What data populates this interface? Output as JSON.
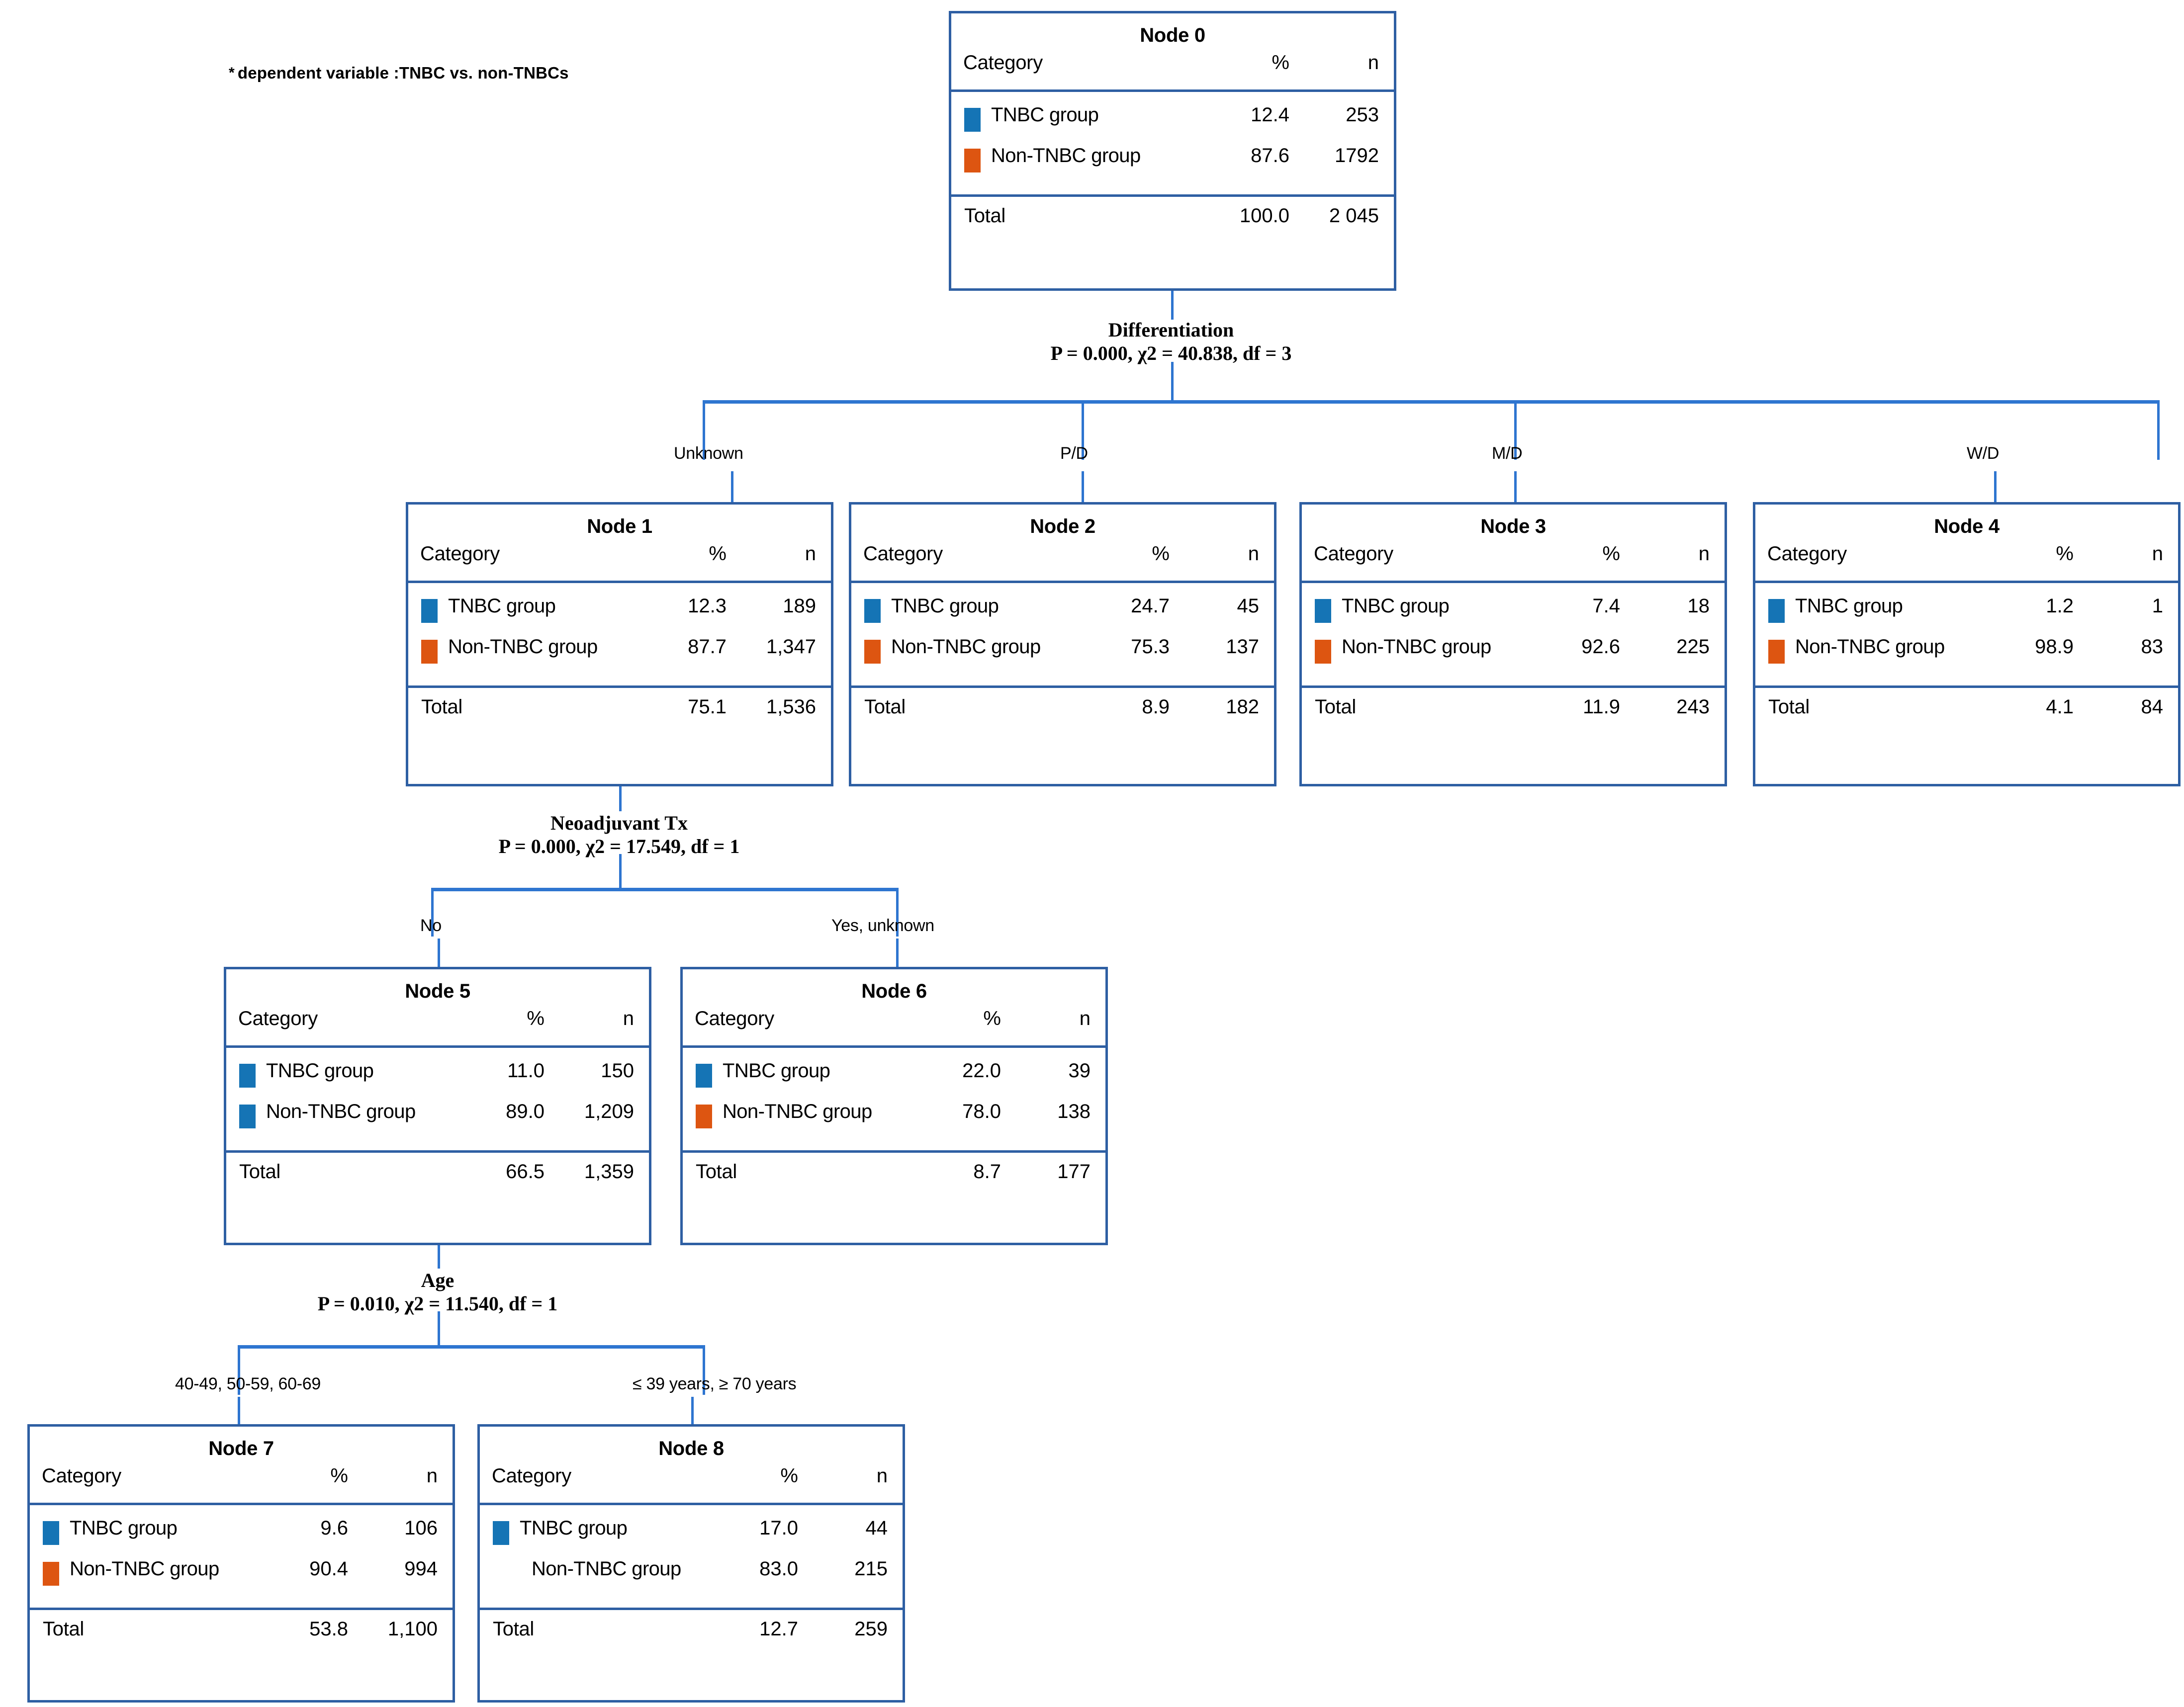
{
  "footnote": "dependent variable :TNBC  vs.  non-TNBCs",
  "footnote_marker": "*",
  "colors": {
    "tnbc_swatch": "#1574B5",
    "non_tnbc_swatch": "#DD5511",
    "node_border": "#2E5FA3",
    "connector": "#2E75D0"
  },
  "table_headers": {
    "category": "Category",
    "percent": "%",
    "count": "n",
    "total": "Total"
  },
  "category_labels": {
    "tnbc": "TNBC group",
    "non_tnbc": "Non-TNBC group"
  },
  "chart_data": {
    "type": "tree",
    "title": "CHAID decision tree: TNBC vs. non-TNBCs",
    "dependent_variable": "TNBC vs. non-TNBCs",
    "classes": [
      "TNBC group",
      "Non-TNBC group"
    ],
    "nodes": [
      {
        "id": "node0",
        "title": "Node 0",
        "rows": [
          {
            "label": "TNBC group",
            "swatch": "blue",
            "percent": "12.4",
            "n": "253"
          },
          {
            "label": "Non-TNBC group",
            "swatch": "orange",
            "percent": "87.6",
            "n": "1792"
          }
        ],
        "total": {
          "label": "Total",
          "percent": "100.0",
          "n": "2 045"
        }
      },
      {
        "id": "node1",
        "title": "Node 1",
        "rows": [
          {
            "label": "TNBC group",
            "swatch": "blue",
            "percent": "12.3",
            "n": "189"
          },
          {
            "label": "Non-TNBC group",
            "swatch": "orange",
            "percent": "87.7",
            "n": "1,347"
          }
        ],
        "total": {
          "label": "Total",
          "percent": "75.1",
          "n": "1,536"
        }
      },
      {
        "id": "node2",
        "title": "Node 2",
        "rows": [
          {
            "label": "TNBC group",
            "swatch": "blue",
            "percent": "24.7",
            "n": "45"
          },
          {
            "label": "Non-TNBC group",
            "swatch": "orange",
            "percent": "75.3",
            "n": "137"
          }
        ],
        "total": {
          "label": "Total",
          "percent": "8.9",
          "n": "182"
        }
      },
      {
        "id": "node3",
        "title": "Node 3",
        "rows": [
          {
            "label": "TNBC group",
            "swatch": "blue",
            "percent": "7.4",
            "n": "18"
          },
          {
            "label": "Non-TNBC group",
            "swatch": "orange",
            "percent": "92.6",
            "n": "225"
          }
        ],
        "total": {
          "label": "Total",
          "percent": "11.9",
          "n": "243"
        }
      },
      {
        "id": "node4",
        "title": "Node 4",
        "rows": [
          {
            "label": "TNBC group",
            "swatch": "blue",
            "percent": "1.2",
            "n": "1"
          },
          {
            "label": "Non-TNBC group",
            "swatch": "orange",
            "percent": "98.9",
            "n": "83"
          }
        ],
        "total": {
          "label": "Total",
          "percent": "4.1",
          "n": "84"
        }
      },
      {
        "id": "node5",
        "title": "Node 5",
        "rows": [
          {
            "label": "TNBC group",
            "swatch": "blue",
            "percent": "11.0",
            "n": "150"
          },
          {
            "label": "Non-TNBC group",
            "swatch": "blue",
            "percent": "89.0",
            "n": "1,209"
          }
        ],
        "total": {
          "label": "Total",
          "percent": "66.5",
          "n": "1,359"
        }
      },
      {
        "id": "node6",
        "title": "Node 6",
        "rows": [
          {
            "label": "TNBC group",
            "swatch": "blue",
            "percent": "22.0",
            "n": "39"
          },
          {
            "label": "Non-TNBC group",
            "swatch": "orange",
            "percent": "78.0",
            "n": "138"
          }
        ],
        "total": {
          "label": "Total",
          "percent": "8.7",
          "n": "177"
        }
      },
      {
        "id": "node7",
        "title": "Node 7",
        "rows": [
          {
            "label": "TNBC group",
            "swatch": "blue",
            "percent": "9.6",
            "n": "106"
          },
          {
            "label": "Non-TNBC group",
            "swatch": "orange",
            "percent": "90.4",
            "n": "994"
          }
        ],
        "total": {
          "label": "Total",
          "percent": "53.8",
          "n": "1,100"
        }
      },
      {
        "id": "node8",
        "title": "Node 8",
        "rows": [
          {
            "label": "TNBC group",
            "swatch": "blue",
            "percent": "17.0",
            "n": "44"
          },
          {
            "label": "Non-TNBC group",
            "swatch": "none",
            "percent": "83.0",
            "n": "215"
          }
        ],
        "total": {
          "label": "Total",
          "percent": "12.7",
          "n": "259"
        }
      }
    ],
    "splits": [
      {
        "id": "split0",
        "parent": "node0",
        "variable": "Differentiation",
        "stats": "P = 0.000, χ2 = 40.838, df = 3",
        "p_value": "0.000",
        "chi_square": "40.838",
        "df": "3",
        "branches": [
          "Unknown",
          "P/D",
          "M/D",
          "W/D"
        ],
        "children": [
          "node1",
          "node2",
          "node3",
          "node4"
        ]
      },
      {
        "id": "split1",
        "parent": "node1",
        "variable": "Neoadjuvant Tx",
        "stats": "P = 0.000, χ2 = 17.549, df = 1",
        "p_value": "0.000",
        "chi_square": "17.549",
        "df": "1",
        "branches": [
          "No",
          "Yes, unknown"
        ],
        "children": [
          "node5",
          "node6"
        ]
      },
      {
        "id": "split2",
        "parent": "node5",
        "variable": "Age",
        "stats": "P = 0.010, χ2 = 11.540, df = 1",
        "p_value": "0.010",
        "chi_square": "11.540",
        "df": "1",
        "branches": [
          "40-49, 50-59, 60-69",
          "≤ 39 years,  ≥ 70 years"
        ],
        "children": [
          "node7",
          "node8"
        ]
      }
    ]
  }
}
